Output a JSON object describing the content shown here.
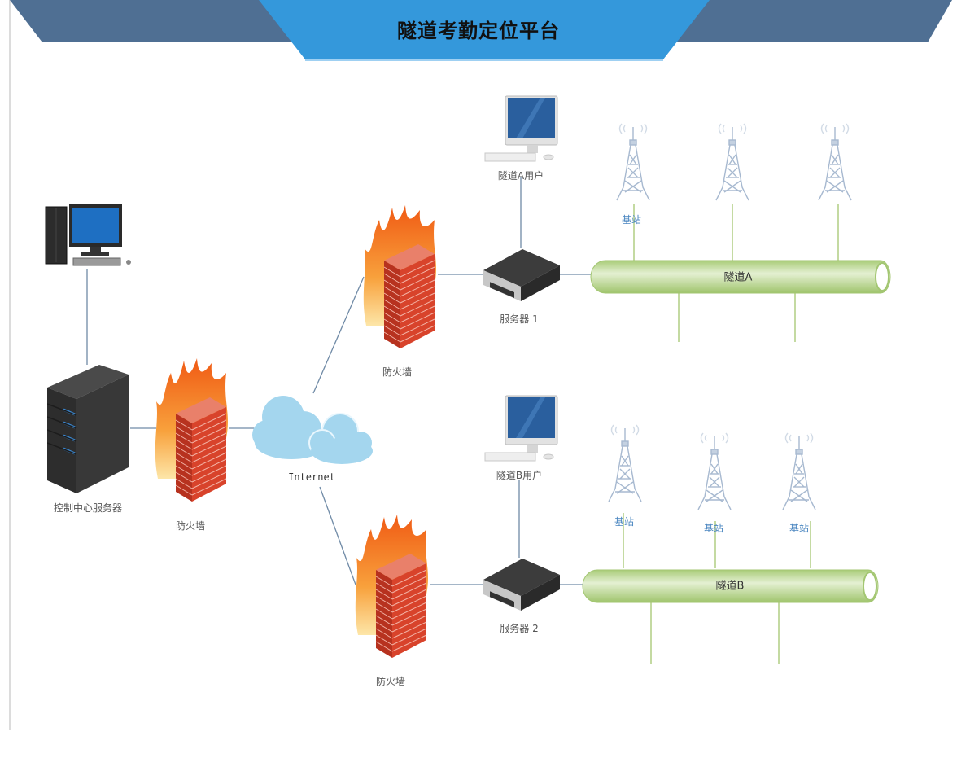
{
  "header": {
    "title": "隧道考勤定位平台",
    "colors": {
      "side_band": "#4f6f93",
      "center_band": "#3498db"
    }
  },
  "nodes": {
    "control_pc": {
      "label": ""
    },
    "control_server": {
      "label": "控制中心服务器"
    },
    "firewall_main": {
      "label": "防火墙"
    },
    "internet": {
      "label": "Internet"
    },
    "firewall_a": {
      "label": "防火墙"
    },
    "firewall_b": {
      "label": "防火墙"
    },
    "server_1": {
      "label": "服务器 1"
    },
    "server_2": {
      "label": "服务器 2"
    },
    "user_a": {
      "label": "隧道A用户"
    },
    "user_b": {
      "label": "隧道B用户"
    },
    "tunnel_a": {
      "label": "隧道A"
    },
    "tunnel_b": {
      "label": "隧道B"
    }
  },
  "base_stations": {
    "tunnel_a": [
      {
        "label": "基站"
      },
      {
        "label": ""
      },
      {
        "label": ""
      }
    ],
    "tunnel_b": [
      {
        "label": "基站"
      },
      {
        "label": "基站"
      },
      {
        "label": "基站"
      }
    ]
  },
  "colors": {
    "link_line": "#6f8aa6",
    "tunnel_line": "#b5d18a",
    "tunnel_fill": "#b9d890",
    "tower": "#b8c8dc",
    "station_label": "#4a86c0"
  }
}
